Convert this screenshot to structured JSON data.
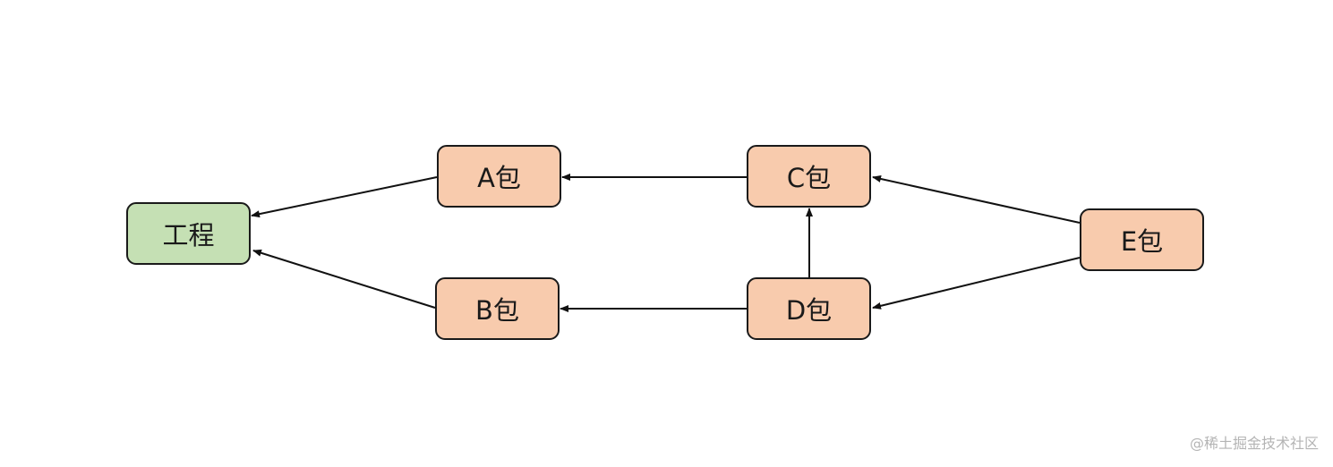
{
  "nodes": {
    "project": "工程",
    "a": "A包",
    "b": "B包",
    "c": "C包",
    "d": "D包",
    "e": "E包"
  },
  "edges": [
    {
      "from": "a",
      "to": "project"
    },
    {
      "from": "b",
      "to": "project"
    },
    {
      "from": "c",
      "to": "a"
    },
    {
      "from": "d",
      "to": "b"
    },
    {
      "from": "d",
      "to": "c"
    },
    {
      "from": "e",
      "to": "c"
    },
    {
      "from": "e",
      "to": "d"
    }
  ],
  "colors": {
    "project_fill": "#c5e0b4",
    "package_fill": "#f8cbad",
    "border": "#1a1a1a",
    "arrow": "#111111"
  },
  "watermark": "@稀土掘金技术社区"
}
